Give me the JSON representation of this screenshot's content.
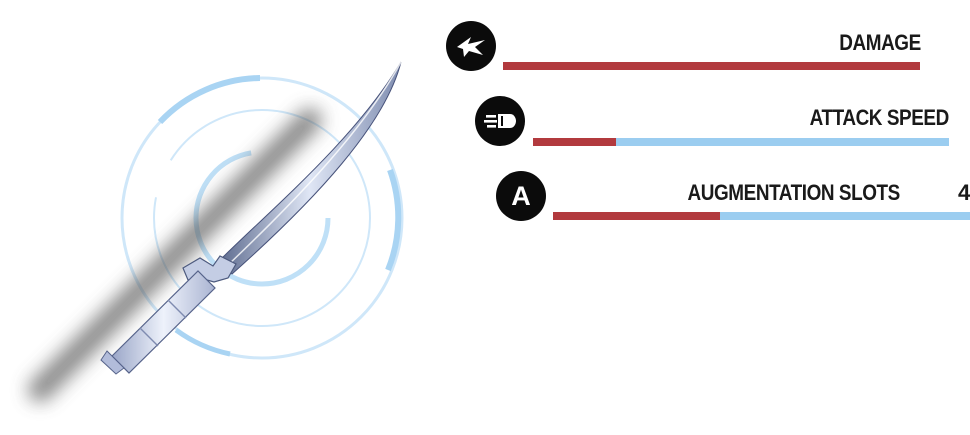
{
  "weapon": {
    "name": "katana",
    "icon": "curved-sword"
  },
  "colors": {
    "bar_fill": "#b23a3e",
    "bar_track": "#9bcdf0",
    "icon_bg": "#0b0b0b",
    "ring": "#bfe0f7"
  },
  "stats": [
    {
      "label": "DAMAGE",
      "value": "",
      "fill": 1.0,
      "icon": "bird-icon"
    },
    {
      "label": "ATTACK SPEED",
      "value": "",
      "fill": 0.2,
      "icon": "projectiles-icon"
    },
    {
      "label": "AUGMENTATION SLOTS",
      "value": "4",
      "fill": 0.4,
      "icon": "letter-a-icon",
      "icon_letter": "A"
    }
  ]
}
